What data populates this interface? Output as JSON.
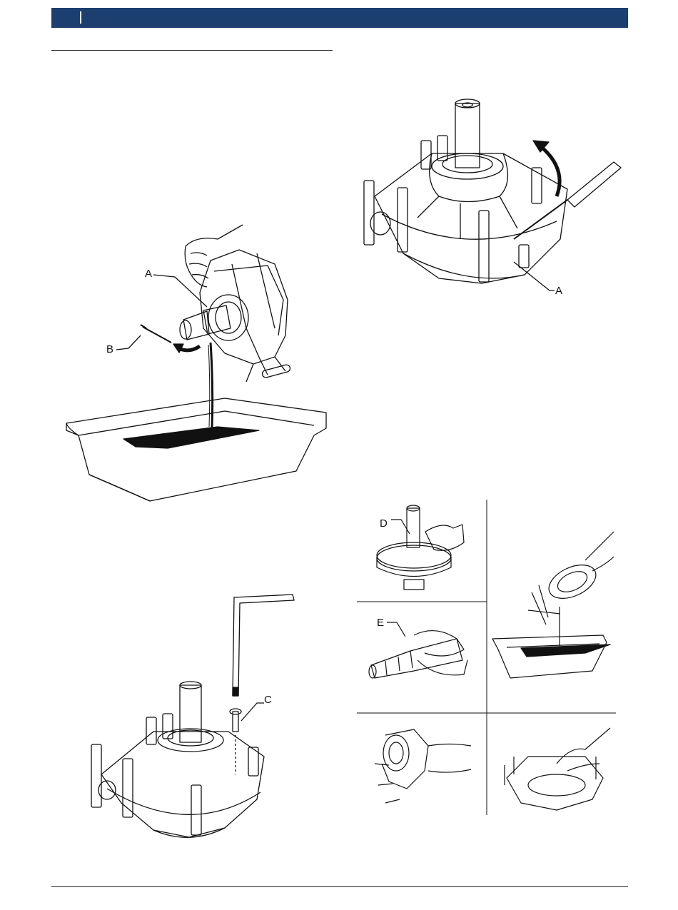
{
  "header": {
    "accent_color": "#1b3f6f",
    "marker": "|"
  },
  "figures": {
    "drain_oil": {
      "label_a": "A",
      "label_b": "B"
    },
    "pry_cover": {
      "label_a": "A"
    },
    "remove_screw": {
      "label_c": "C"
    },
    "clean_parts": {
      "label_d": "D",
      "label_e": "E"
    }
  }
}
